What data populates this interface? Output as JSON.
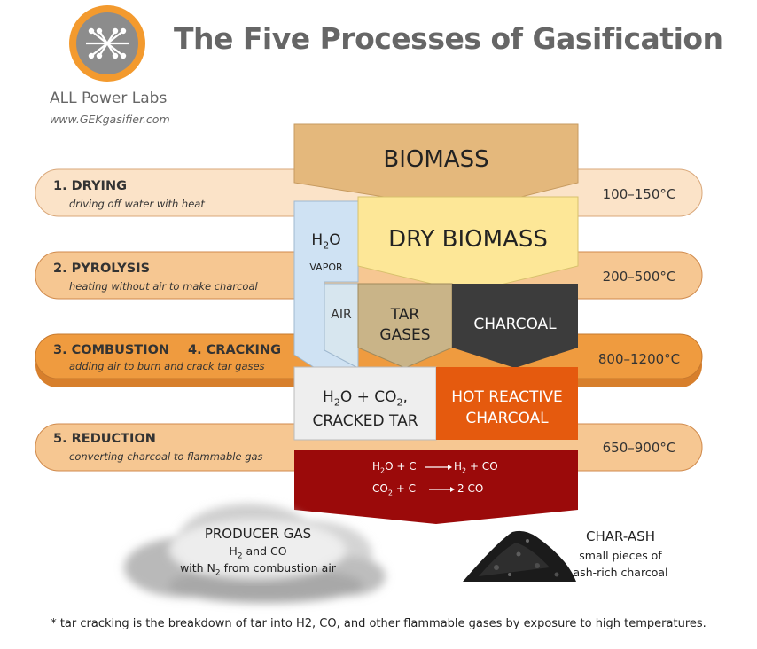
{
  "header": {
    "title": "The Five Processes of Gasification",
    "company": "ALL Power Labs",
    "website": "www.GEKgasifier.com"
  },
  "stages": [
    {
      "name": "1. DRYING",
      "desc": "driving off water with heat",
      "temp": "100–150°C"
    },
    {
      "name": "2. PYROLYSIS",
      "desc": "heating without air to make charcoal",
      "temp": "200–500°C"
    },
    {
      "name": "3. COMBUSTION",
      "name2": "4. CRACKING",
      "desc": "adding air to burn and crack tar gases",
      "temp": "800–1200°C"
    },
    {
      "name": "5. REDUCTION",
      "desc": "converting charcoal to flammable gas",
      "temp": "650–900°C"
    }
  ],
  "blocks": {
    "biomass": "BIOMASS",
    "dry_biomass": "DRY BIOMASS",
    "h2o_vapor_main": "H",
    "h2o_vapor_sub": "2",
    "h2o_vapor_end": "O",
    "vapor": "VAPOR",
    "air": "AIR",
    "tar_gases_1": "TAR",
    "tar_gases_2": "GASES",
    "charcoal": "CHARCOAL",
    "cracked_line1_a": "H",
    "cracked_line1_b": "2",
    "cracked_line1_c": "O + CO",
    "cracked_line1_d": "2",
    "cracked_line1_e": ",",
    "cracked_line2": "CRACKED TAR",
    "hot_reactive_1": "HOT REACTIVE",
    "hot_reactive_2": "CHARCOAL"
  },
  "reactions": {
    "r1_left_a": "H",
    "r1_left_b": "2",
    "r1_left_c": "O + C",
    "r1_right_a": "H",
    "r1_right_b": "2",
    "r1_right_c": " + CO",
    "r2_left_a": "CO",
    "r2_left_b": "2",
    "r2_left_c": " + C",
    "r2_right": "2 CO"
  },
  "products": {
    "gas_title": "PRODUCER GAS",
    "gas_line1_a": "H",
    "gas_line1_b": "2",
    "gas_line1_c": " and CO",
    "gas_line2_a": "with N",
    "gas_line2_b": "2",
    "gas_line2_c": " from combustion air",
    "ash_title": "CHAR-ASH",
    "ash_line1": "small pieces of",
    "ash_line2": "ash-rich charcoal"
  },
  "footnote": "* tar cracking is the breakdown of tar into H2, CO, and other flammable gases by exposure to high temperatures.",
  "colors": {
    "biomass": "#e4b87c",
    "dry_biomass": "#fde797",
    "vapor": "#cfe2f3",
    "tar": "#c9b488",
    "charcoal": "#3c3c3c",
    "hot_charcoal": "#e55a0e",
    "cracked": "#eeeeee",
    "reduction": "#9b0a0a",
    "band_light": "#fbe3c8",
    "band_mid": "#f6c792",
    "band_dark": "#ef9b3f",
    "logo_orange": "#f39a2e"
  }
}
